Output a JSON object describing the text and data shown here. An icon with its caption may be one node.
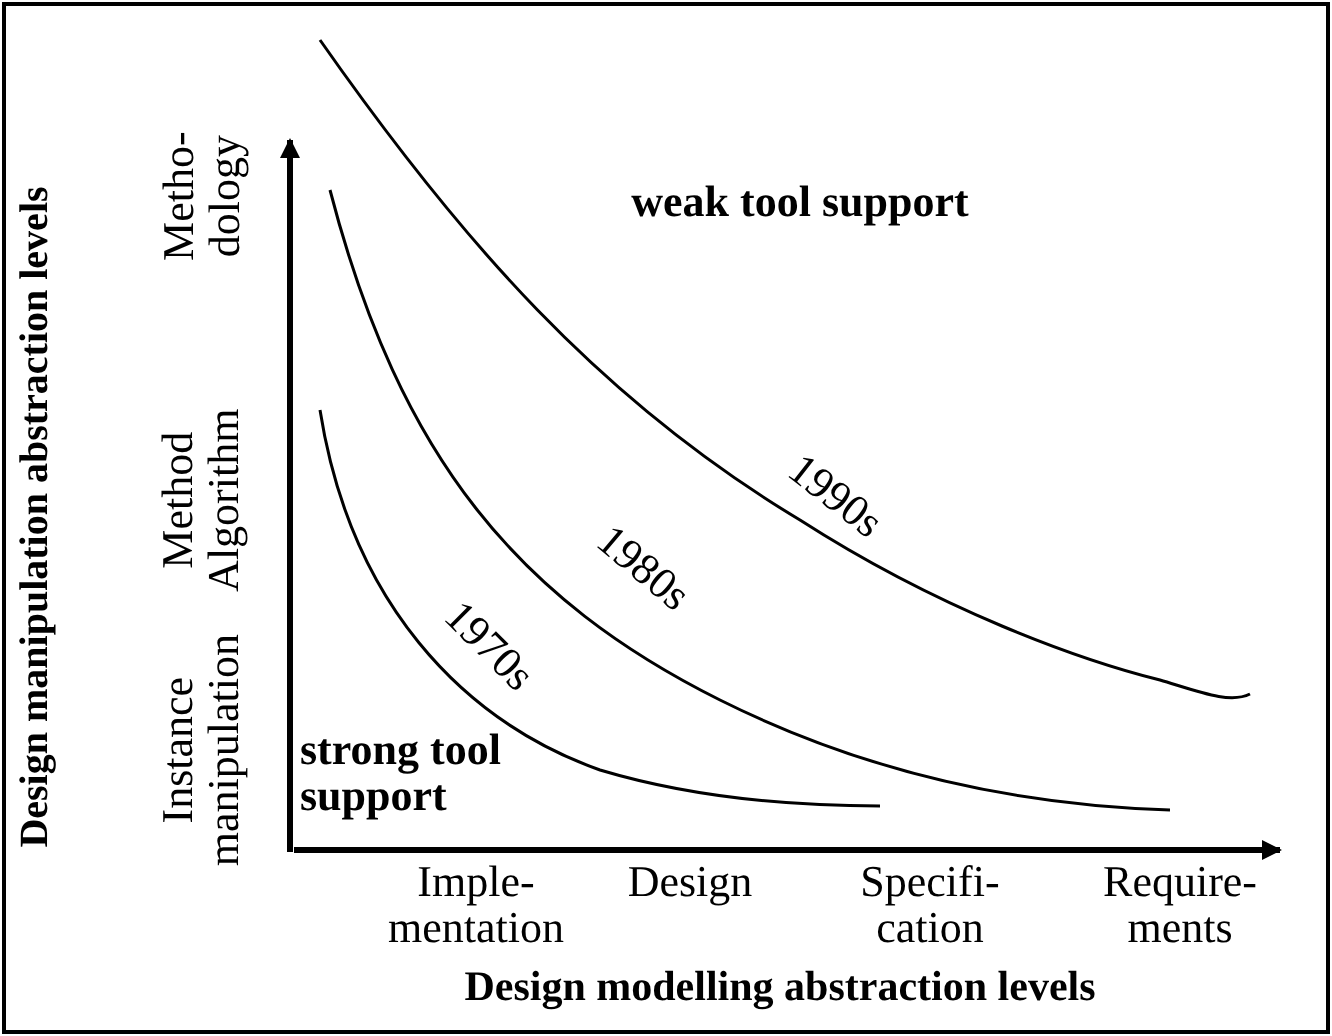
{
  "diagram": {
    "labels": [
      "Design manipulation abstraction levels",
      "Metho- dology",
      "weak tool support",
      "Method Algorithm",
      "1990s",
      "1980s",
      "1970s",
      "Instance manipulation",
      "strong tool support",
      "Imple- mentation",
      "Design",
      "Specifi- cation",
      "Require- ments",
      "Design modelling abstraction levels"
    ]
  }
}
